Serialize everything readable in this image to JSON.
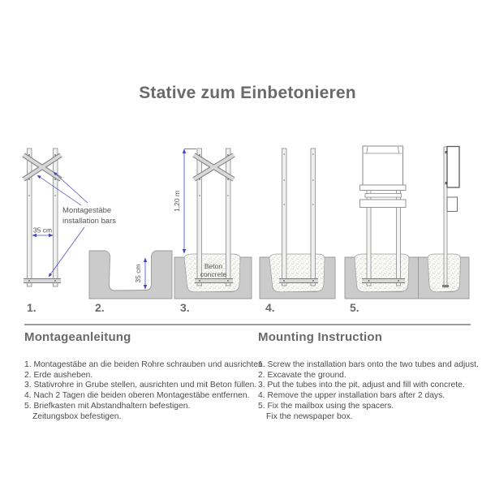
{
  "title": "Stative zum Einbetonieren",
  "figures": {
    "fig1": {
      "number": "1.",
      "label_line1": "Montagestäbe",
      "label_line2": "installation bars",
      "dim_width": "35 cm"
    },
    "fig2": {
      "number": "2.",
      "dim_depth": "35 cm"
    },
    "fig3": {
      "number": "3.",
      "dim_height": "1,20 m",
      "concrete_line1": "Beton",
      "concrete_line2": "concrete"
    },
    "fig4": {
      "number": "4."
    },
    "fig5": {
      "number": "5."
    }
  },
  "instructions_de": {
    "heading": "Montageanleitung",
    "steps": [
      "1. Montagestäbe an die beiden Rohre schrauben und ausrichten.",
      "2. Erde ausheben.",
      "3. Stativrohre in Grube stellen, ausrichten und mit Beton füllen.",
      "4. Nach 2 Tagen die beiden oberen Montagestäbe entfernen.",
      "5. Briefkasten mit Abstandhaltern befestigen.",
      "Zeitungsbox befestigen."
    ]
  },
  "instructions_en": {
    "heading": "Mounting Instruction",
    "steps": [
      "1. Screw the installation bars onto the two tubes and adjust.",
      "2. Excavate the ground.",
      "3. Put the tubes into the pit, adjust and fill with concrete.",
      "4. Remove the upper installation bars after 2 days.",
      "5. Fix the mailbox using the spacers.",
      "Fix the newspaper box."
    ]
  },
  "colors": {
    "heading_gray": "#6a6a6a",
    "body_gray": "#4b4b4b",
    "dimension_blue": "#4444bb",
    "ground_gray": "#cbcbcb",
    "outline_gray": "#8a8a8a"
  }
}
